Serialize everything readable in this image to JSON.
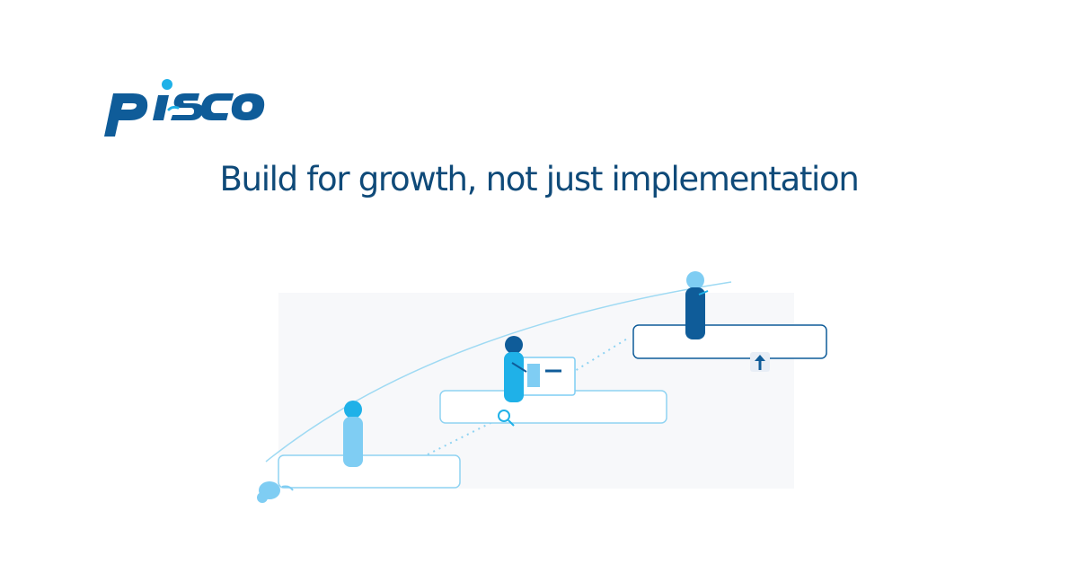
{
  "brand": {
    "logo_text": "pisco",
    "primary_color": "#0f5c99",
    "accent_color": "#1fb1e8"
  },
  "headline": "Build for growth, not just implementation",
  "illustration": {
    "steps": 3,
    "icons": [
      "person-icon",
      "document-icon",
      "search-icon",
      "arrow-up-icon",
      "hand-icon"
    ]
  },
  "colors": {
    "headline": "#0f4a79",
    "dark_blue": "#0f5c99",
    "light_blue": "#7fcdf3",
    "cyan": "#1fb1e8",
    "panel_bg": "#f7f8fa"
  }
}
